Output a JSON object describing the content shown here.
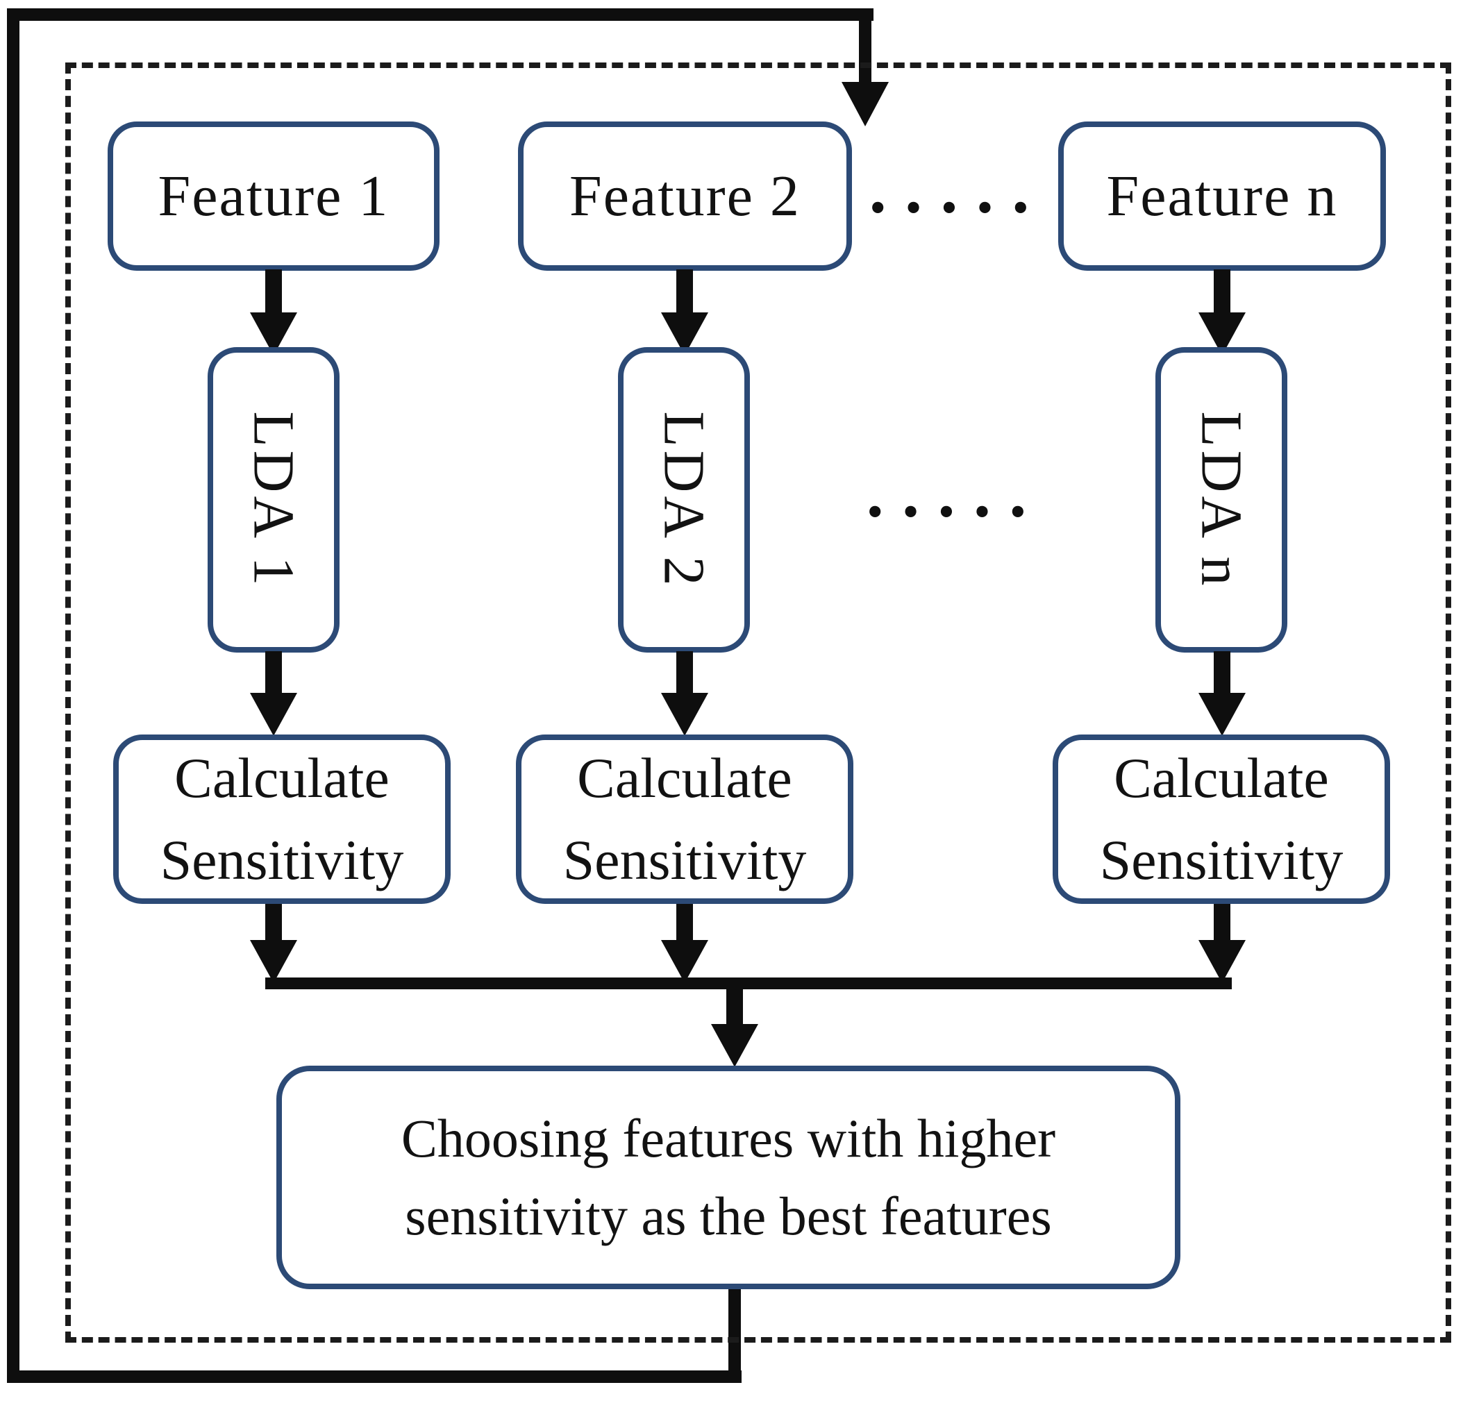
{
  "figure": {
    "type": "flowchart",
    "description": "Feature selection loop: each feature is passed through an LDA classifier, sensitivity is calculated, and features with higher sensitivity are chosen as the best features; result feeds back to the feature inputs.",
    "columns": [
      {
        "feature_label": "Feature 1",
        "lda_label": "LDA 1",
        "calc_line1": "Calculate",
        "calc_line2": "Sensitivity"
      },
      {
        "feature_label": "Feature 2",
        "lda_label": "LDA 2",
        "calc_line1": "Calculate",
        "calc_line2": "Sensitivity"
      },
      {
        "feature_label": "Feature n",
        "lda_label": "LDA n",
        "calc_line1": "Calculate",
        "calc_line2": "Sensitivity"
      }
    ],
    "ellipsis_between_features": "•••••",
    "ellipsis_between_ldas": "•••••",
    "final_box": {
      "line1": "Choosing features with higher",
      "line2": "sensitivity as the best features"
    },
    "colors": {
      "box_border": "#2c4a76",
      "connector": "#0e0e0e",
      "dashed_border": "#1b1b1b",
      "text": "#121212",
      "background": "#ffffff"
    }
  }
}
